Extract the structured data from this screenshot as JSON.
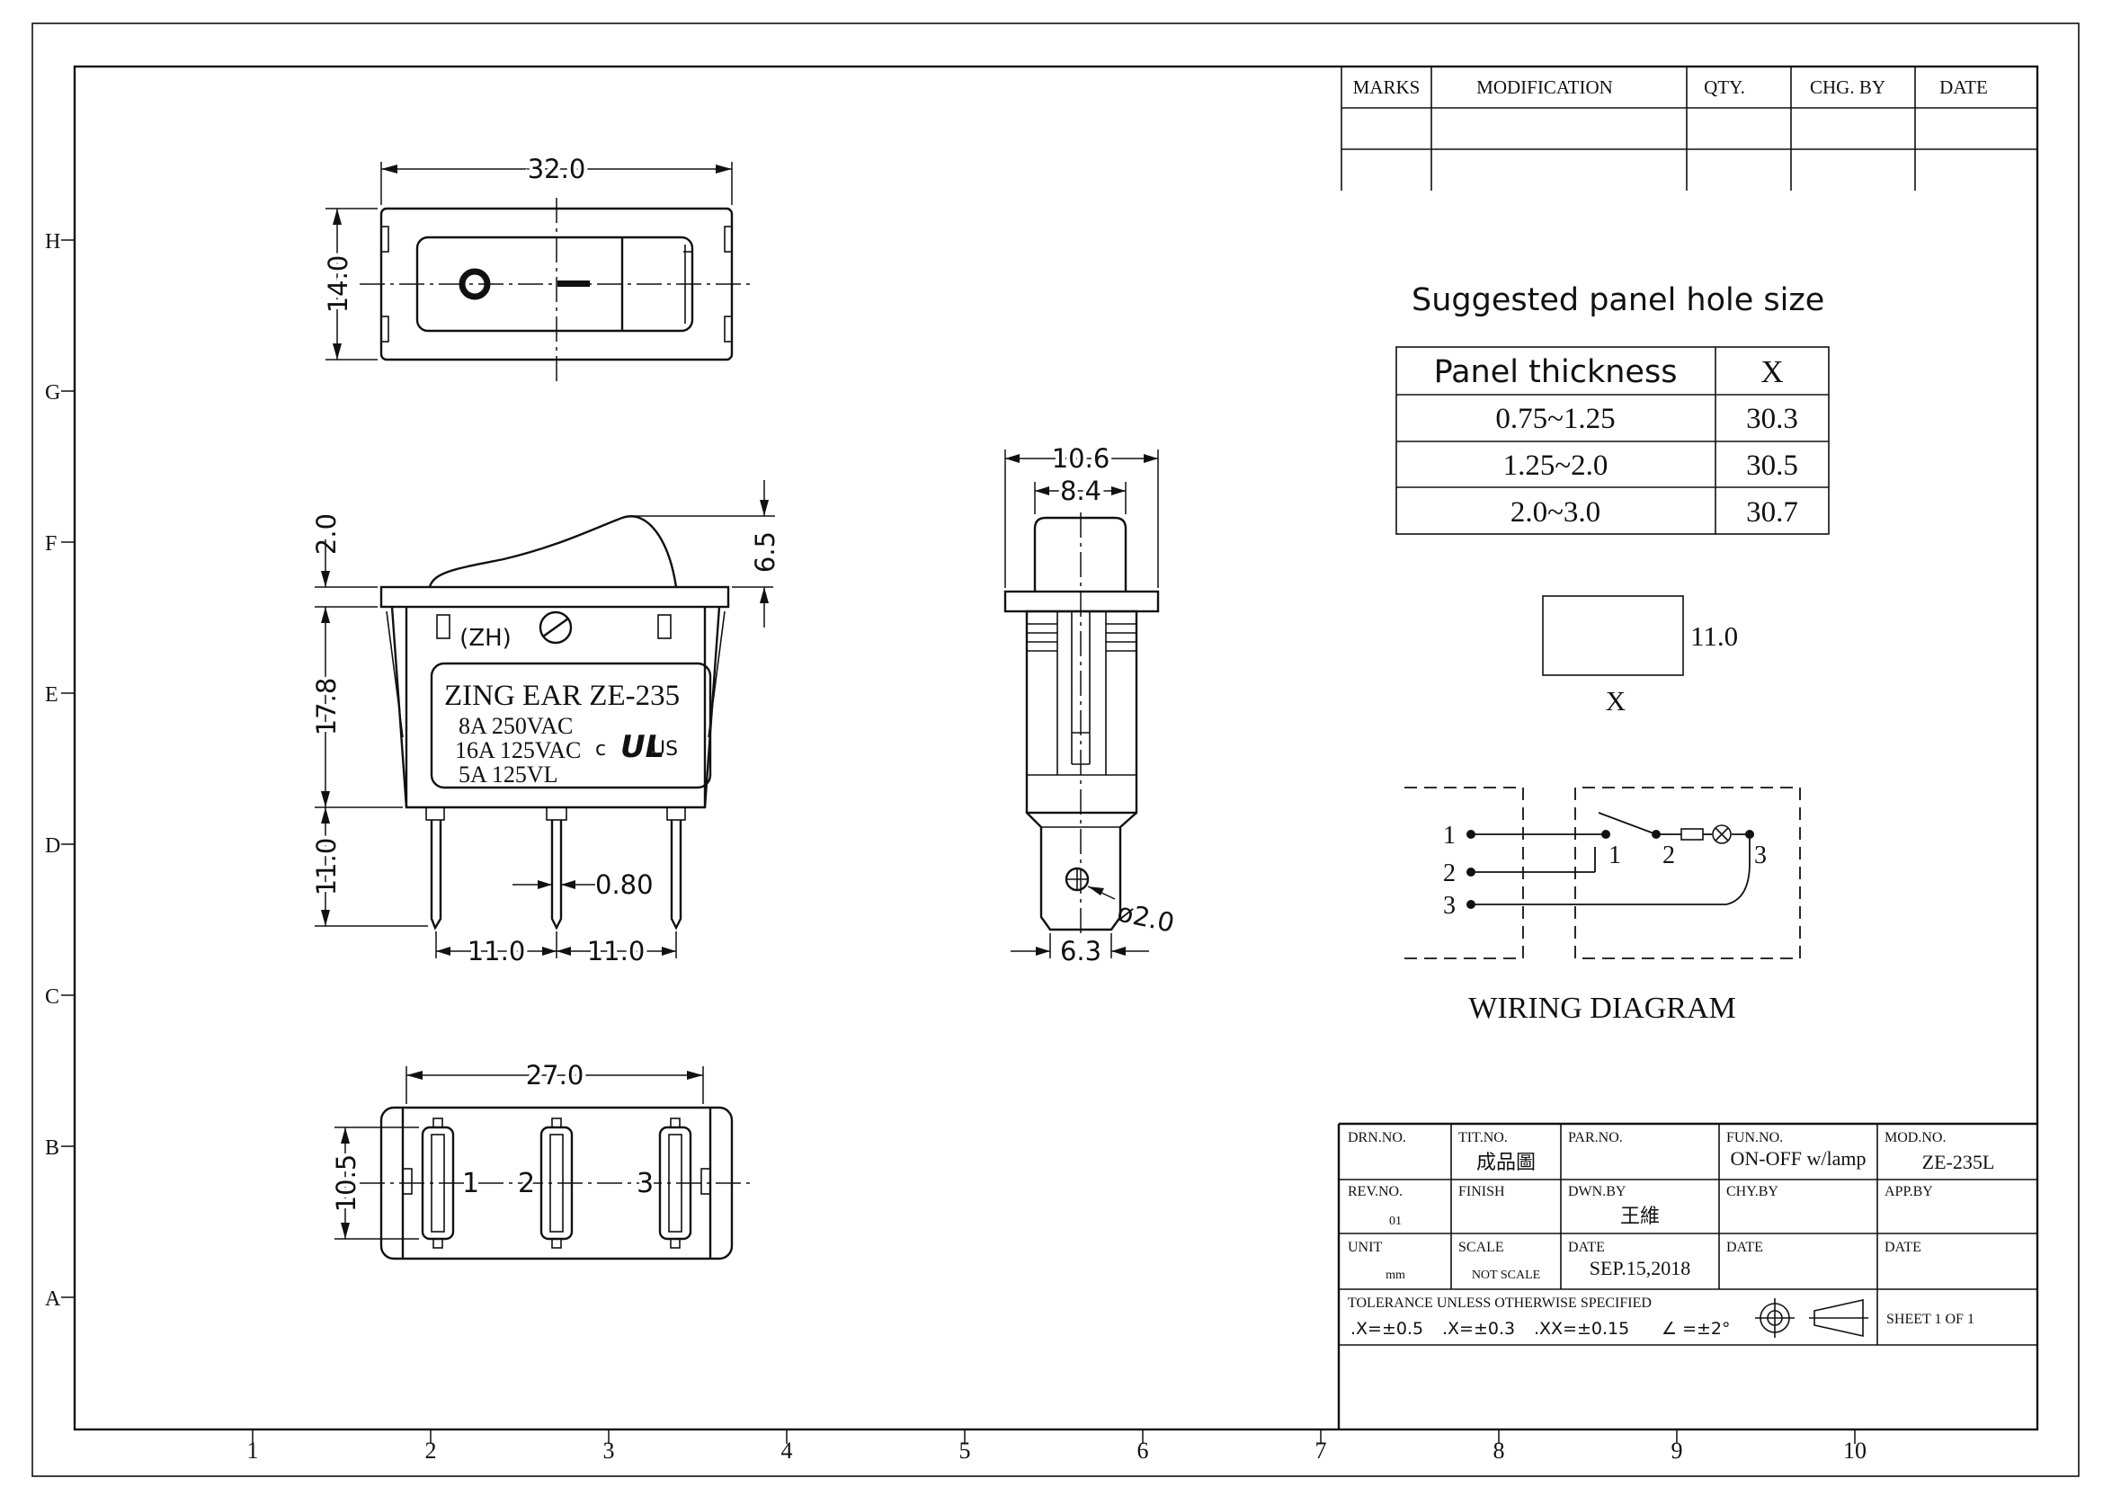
{
  "border": {
    "row_labels": [
      "H",
      "G",
      "F",
      "E",
      "D",
      "C",
      "B",
      "A"
    ],
    "col_labels": [
      "1",
      "2",
      "3",
      "4",
      "5",
      "6",
      "7",
      "8",
      "9",
      "10"
    ]
  },
  "revision_table": {
    "headers": [
      "MARKS",
      "MODIFICATION",
      "QTY.",
      "CHG. BY",
      "DATE"
    ]
  },
  "top_view": {
    "width": "32.0",
    "height": "14.0"
  },
  "front_view": {
    "dims": {
      "top": "2.0",
      "rocker": "6.5",
      "body": "17.8",
      "pins": "11.0",
      "pin_width": "0.80",
      "pitch1": "11.0",
      "pitch2": "11.0"
    },
    "brand": "(ZH)",
    "label_lines": [
      "ZING EAR ZE-235",
      "8A 250VAC",
      "16A 125VAC",
      "5A 125VL"
    ],
    "ul_mark": {
      "c": "c",
      "ul": "UL",
      "us": "US"
    }
  },
  "side_view": {
    "outer": "10.6",
    "inner": "8.4",
    "hole": "ø2.0",
    "tab": "6.3"
  },
  "bottom_view": {
    "width": "27.0",
    "height": "10.5",
    "terminals": [
      "1",
      "2",
      "3"
    ]
  },
  "panel_hole": {
    "title": "Suggested panel hole size",
    "headers": [
      "Panel thickness",
      "X"
    ],
    "rows": [
      {
        "thickness": "0.75~1.25",
        "x": "30.3"
      },
      {
        "thickness": "1.25~2.0",
        "x": "30.5"
      },
      {
        "thickness": "2.0~3.0",
        "x": "30.7"
      }
    ],
    "rect_height": "11.0",
    "rect_width": "X"
  },
  "wiring": {
    "title": "WIRING DIAGRAM",
    "outer_terminals": [
      "1",
      "2",
      "3"
    ],
    "inner_terminals": [
      "1",
      "2",
      "3"
    ]
  },
  "title_block": {
    "drn_no": {
      "label": "DRN.NO.",
      "value": ""
    },
    "tit_no": {
      "label": "TIT.NO.",
      "value": "成品圖"
    },
    "par_no": {
      "label": "PAR.NO.",
      "value": ""
    },
    "fun_no": {
      "label": "FUN.NO.",
      "value": "ON-OFF w/lamp"
    },
    "mod_no": {
      "label": "MOD.NO.",
      "value": "ZE-235L"
    },
    "rev_no": {
      "label": "REV.NO.",
      "value": "01"
    },
    "finish": {
      "label": "FINISH",
      "value": ""
    },
    "dwn_by": {
      "label": "DWN.BY",
      "value": "王維"
    },
    "chy_by": {
      "label": "CHY.BY",
      "value": ""
    },
    "app_by": {
      "label": "APP.BY",
      "value": ""
    },
    "unit": {
      "label": "UNIT",
      "value": "mm"
    },
    "scale": {
      "label": "SCALE",
      "value": "NOT SCALE"
    },
    "date1": {
      "label": "DATE",
      "value": "SEP.15,2018"
    },
    "date2": {
      "label": "DATE",
      "value": ""
    },
    "date3": {
      "label": "DATE",
      "value": ""
    },
    "tolerance": {
      "label": "TOLERANCE UNLESS OTHERWISE SPECIFIED",
      "values": [
        ".X=±0.5",
        ".X=±0.3",
        ".XX=±0.15",
        "∠ =±2°"
      ]
    },
    "sheet": "SHEET 1 OF 1"
  }
}
